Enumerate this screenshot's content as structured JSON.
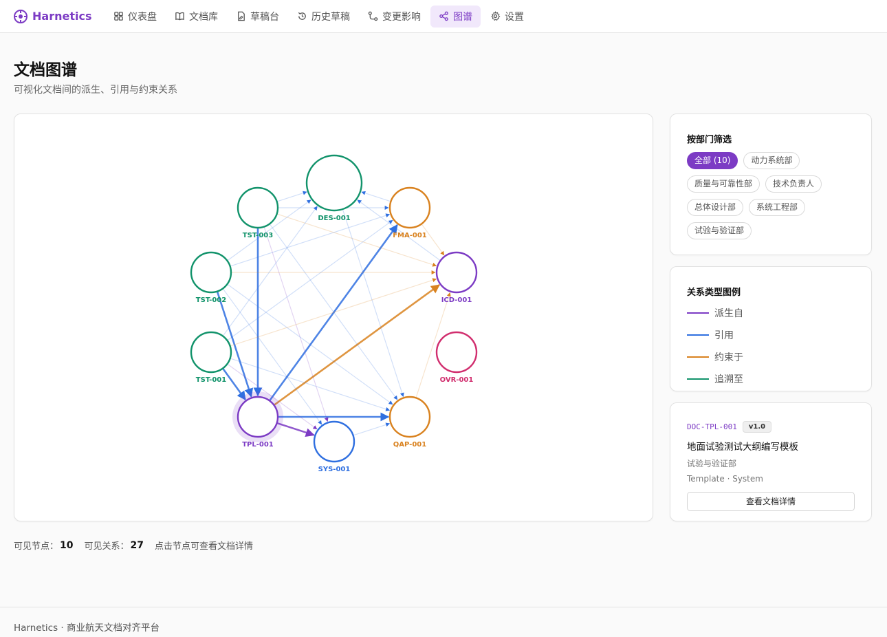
{
  "app": {
    "name": "Harnetics"
  },
  "nav": [
    {
      "label": "仪表盘",
      "icon": "dashboard-icon",
      "active": false
    },
    {
      "label": "文档库",
      "icon": "book-icon",
      "active": false
    },
    {
      "label": "草稿台",
      "icon": "draft-icon",
      "active": false
    },
    {
      "label": "历史草稿",
      "icon": "history-icon",
      "active": false
    },
    {
      "label": "变更影响",
      "icon": "route-icon",
      "active": false
    },
    {
      "label": "图谱",
      "icon": "graph-icon",
      "active": true
    },
    {
      "label": "设置",
      "icon": "gear-icon",
      "active": false
    }
  ],
  "page": {
    "title": "文档图谱",
    "subtitle": "可视化文档间的派生、引用与约束关系"
  },
  "colors": {
    "brand": "#7c3bc4",
    "derived": "#7c3bc4",
    "reference": "#2f6fe0",
    "constraint": "#d9821f",
    "trace": "#12936b",
    "override": "#d12e6e"
  },
  "graph": {
    "nodes": [
      {
        "id": "DES-001",
        "label": "DES-001",
        "color": "#12936b"
      },
      {
        "id": "FMA-001",
        "label": "FMA-001",
        "color": "#d9821f"
      },
      {
        "id": "ICD-001",
        "label": "ICD-001",
        "color": "#7c3bc4"
      },
      {
        "id": "OVR-001",
        "label": "OVR-001",
        "color": "#d12e6e"
      },
      {
        "id": "QAP-001",
        "label": "QAP-001",
        "color": "#d9821f"
      },
      {
        "id": "SYS-001",
        "label": "SYS-001",
        "color": "#2f6fe0"
      },
      {
        "id": "TPL-001",
        "label": "TPL-001",
        "color": "#7c3bc4",
        "selected": true
      },
      {
        "id": "TST-001",
        "label": "TST-001",
        "color": "#12936b"
      },
      {
        "id": "TST-002",
        "label": "TST-002",
        "color": "#12936b"
      },
      {
        "id": "TST-003",
        "label": "TST-003",
        "color": "#12936b"
      }
    ],
    "edges": [
      {
        "from": "TPL-001",
        "to": "SYS-001",
        "type": "derived",
        "highlight": true
      },
      {
        "from": "TPL-001",
        "to": "FMA-001",
        "type": "reference",
        "highlight": true
      },
      {
        "from": "TPL-001",
        "to": "QAP-001",
        "type": "reference",
        "highlight": true
      },
      {
        "from": "TPL-001",
        "to": "ICD-001",
        "type": "constraint",
        "highlight": true
      },
      {
        "from": "TST-003",
        "to": "TPL-001",
        "type": "reference",
        "highlight": true
      },
      {
        "from": "TST-002",
        "to": "TPL-001",
        "type": "reference",
        "highlight": true
      },
      {
        "from": "TST-001",
        "to": "TPL-001",
        "type": "reference",
        "highlight": true
      },
      {
        "from": "TST-003",
        "to": "DES-001",
        "type": "reference",
        "highlight": false
      },
      {
        "from": "TST-003",
        "to": "ICD-001",
        "type": "constraint",
        "highlight": false
      },
      {
        "from": "TST-003",
        "to": "QAP-001",
        "type": "reference",
        "highlight": false
      },
      {
        "from": "TST-003",
        "to": "SYS-001",
        "type": "derived",
        "highlight": false
      },
      {
        "from": "TST-002",
        "to": "DES-001",
        "type": "reference",
        "highlight": false
      },
      {
        "from": "TST-002",
        "to": "ICD-001",
        "type": "constraint",
        "highlight": false
      },
      {
        "from": "TST-002",
        "to": "FMA-001",
        "type": "reference",
        "highlight": false
      },
      {
        "from": "TST-002",
        "to": "QAP-001",
        "type": "reference",
        "highlight": false
      },
      {
        "from": "TST-002",
        "to": "SYS-001",
        "type": "reference",
        "highlight": false
      },
      {
        "from": "TST-001",
        "to": "DES-001",
        "type": "reference",
        "highlight": false
      },
      {
        "from": "TST-001",
        "to": "FMA-001",
        "type": "reference",
        "highlight": false
      },
      {
        "from": "TST-001",
        "to": "ICD-001",
        "type": "constraint",
        "highlight": false
      },
      {
        "from": "TST-001",
        "to": "QAP-001",
        "type": "reference",
        "highlight": false
      },
      {
        "from": "TST-001",
        "to": "SYS-001",
        "type": "derived",
        "highlight": false
      },
      {
        "from": "TST-003",
        "to": "FMA-001",
        "type": "reference",
        "highlight": false
      },
      {
        "from": "ICD-001",
        "to": "DES-001",
        "type": "reference",
        "highlight": false
      },
      {
        "from": "FMA-001",
        "to": "DES-001",
        "type": "reference",
        "highlight": false
      },
      {
        "from": "FMA-001",
        "to": "ICD-001",
        "type": "constraint",
        "highlight": false
      },
      {
        "from": "DES-001",
        "to": "QAP-001",
        "type": "reference",
        "highlight": false
      },
      {
        "from": "QAP-001",
        "to": "ICD-001",
        "type": "constraint",
        "highlight": false
      },
      {
        "from": "SYS-001",
        "to": "QAP-001",
        "type": "reference",
        "highlight": false
      }
    ]
  },
  "filters": {
    "title": "按部门筛选",
    "chips": [
      {
        "label": "全部 (10)",
        "active": true
      },
      {
        "label": "动力系统部",
        "active": false
      },
      {
        "label": "质量与可靠性部",
        "active": false
      },
      {
        "label": "技术负责人",
        "active": false
      },
      {
        "label": "总体设计部",
        "active": false
      },
      {
        "label": "系统工程部",
        "active": false
      },
      {
        "label": "试验与验证部",
        "active": false
      }
    ]
  },
  "legend": {
    "title": "关系类型图例",
    "items": [
      {
        "label": "派生自",
        "color": "#7c3bc4"
      },
      {
        "label": "引用",
        "color": "#2f6fe0"
      },
      {
        "label": "约束于",
        "color": "#d9821f"
      },
      {
        "label": "追溯至",
        "color": "#12936b"
      }
    ]
  },
  "detail": {
    "doc_id": "DOC-TPL-001",
    "version": "v1.0",
    "title": "地面试验测试大纲编写模板",
    "department": "试验与验证部",
    "type": "Template · System",
    "button": "查看文档详情"
  },
  "stats": {
    "nodes_label": "可见节点：",
    "nodes_value": "10",
    "edges_label": "可见关系：",
    "edges_value": "27",
    "hint": "点击节点可查看文档详情"
  },
  "footer": {
    "text": "Harnetics · 商业航天文档对齐平台"
  }
}
